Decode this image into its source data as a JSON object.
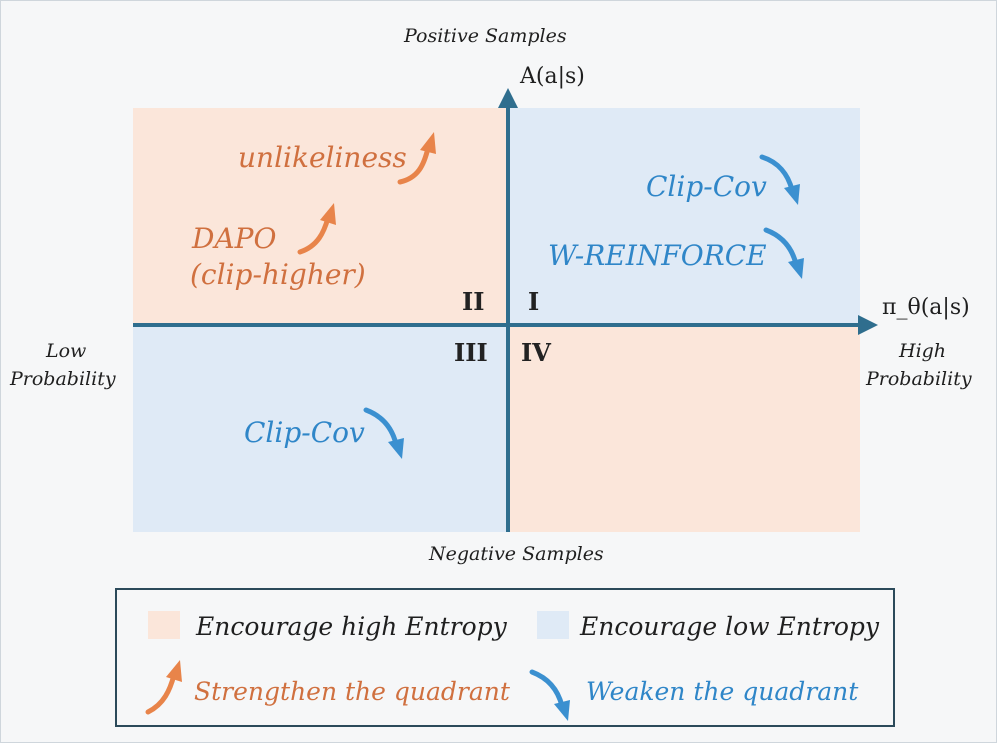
{
  "colors": {
    "high_entropy_fill": "#fbe6da",
    "low_entropy_fill": "#dfeaf6",
    "axis": "#2f6e8e",
    "orange": "#d0703f",
    "blue": "#2f86c8"
  },
  "labels": {
    "top": "Positive Samples",
    "bottom": "Negative Samples",
    "left_line1": "Low",
    "left_line2": "Probability",
    "right_line1": "High",
    "right_line2": "Probability",
    "y_axis": "A(a|s)",
    "x_axis": "π_θ(a|s)"
  },
  "quadrants": {
    "q1": "I",
    "q2": "II",
    "q3": "III",
    "q4": "IV"
  },
  "methods": {
    "unlikeliness": "unlikeliness",
    "dapo_line1": "DAPO",
    "dapo_line2": "(clip-higher)",
    "clipcov_q1": "Clip-Cov",
    "wreinforce": "W-REINFORCE",
    "clipcov_q3": "Clip-Cov"
  },
  "legend": {
    "high_entropy": "Encourage high Entropy",
    "low_entropy": "Encourage low Entropy",
    "strengthen": "Strengthen the quadrant",
    "weaken": "Weaken the quadrant"
  }
}
